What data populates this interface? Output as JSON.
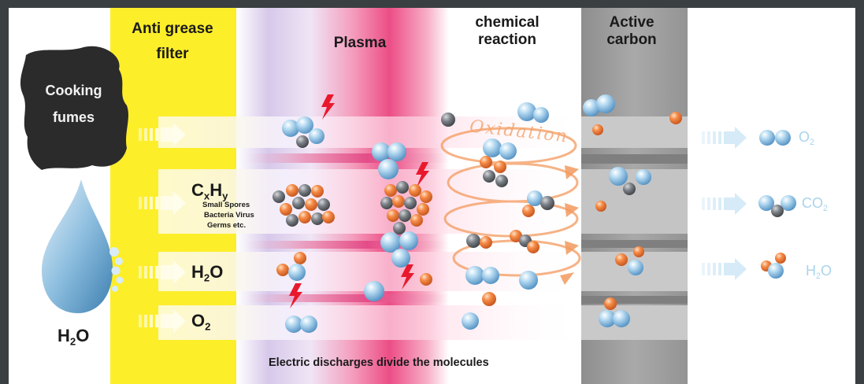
{
  "labels": {
    "cooking_fumes_line1": "Cooking",
    "cooking_fumes_line2": "fumes",
    "anti_grease_line1": "Anti grease",
    "anti_grease_line2": "filter",
    "plasma": "Plasma",
    "chemical_line1": "chemical",
    "chemical_line2": "reaction",
    "active_line1": "Active",
    "active_line2": "carbon",
    "oxidation": "Oxidation",
    "caption": "Electric discharges divide the molecules",
    "spores_line1": "Small Spores",
    "spores_line2": "Bacteria Virus",
    "spores_line3": "Germs etc."
  },
  "water_drop_label": {
    "base": "H",
    "sub": "2",
    "rest": "O"
  },
  "input_molecules": [
    {
      "base": "C",
      "sub": "x",
      "rest": "H",
      "sub2": "y"
    },
    {
      "base": "H",
      "sub": "2",
      "rest": "O",
      "sub2": ""
    },
    {
      "base": "O",
      "sub": "2",
      "rest": "",
      "sub2": ""
    }
  ],
  "output_molecules": [
    {
      "base": "O",
      "sub": "2",
      "rest": ""
    },
    {
      "base": "CO",
      "sub": "2",
      "rest": ""
    },
    {
      "base": "H",
      "sub": "2",
      "rest": "O"
    }
  ],
  "colors": {
    "yellow_zone": "#fdee2a",
    "plasma_pink": "#ec4d86",
    "carbon_gray": "#9a9a9a",
    "molecule_blue": "#8cc2e6",
    "molecule_orange": "#f07d3a",
    "molecule_gray": "#6f7479",
    "bolt_red": "#e8192c"
  }
}
